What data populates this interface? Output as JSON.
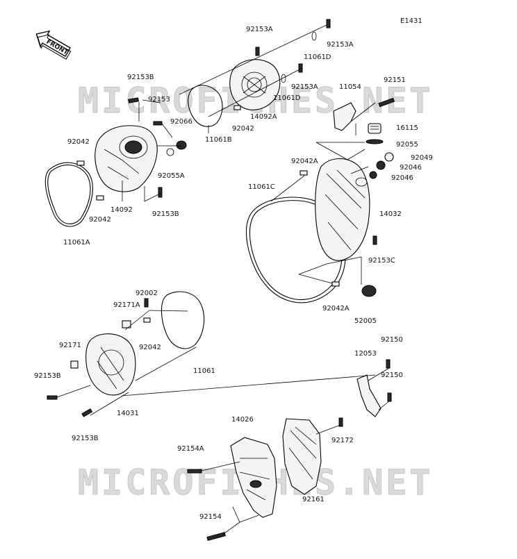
{
  "diagram_id": "E1431",
  "front_label": "FRONT",
  "watermark": "MICROFICHES.NET",
  "part_labels": {
    "p92153A_1": "92153A",
    "p92153A_2": "92153A",
    "p92153A_3": "92153A",
    "p11061D_1": "11061D",
    "p11061D_2": "11061D",
    "p92153B_1": "92153B",
    "p92153_1": "92153",
    "p92066": "92066",
    "p92042_1": "92042",
    "p92042_2": "92042",
    "p92042_3": "92042",
    "p92042_4": "92042",
    "p92055A": "92055A",
    "p14092": "14092",
    "p92153B_2": "92153B",
    "p11061A": "11061A",
    "p11061B": "11061B",
    "p14092A": "14092A",
    "p11054": "11054",
    "p92151": "92151",
    "p16115": "16115",
    "p92055": "92055",
    "p92049": "92049",
    "p92046_1": "92046",
    "p92046_2": "92046",
    "p92042A_1": "92042A",
    "p92042A_2": "92042A",
    "p11061C": "11061C",
    "p14032": "14032",
    "p92153C": "92153C",
    "p52005": "52005",
    "p92002": "92002",
    "p92171A": "92171A",
    "p92171": "92171",
    "p92153B_3": "92153B",
    "p92153B_4": "92153B",
    "p14031": "14031",
    "p11061": "11061",
    "p92150_1": "92150",
    "p92150_2": "92150",
    "p12053": "12053",
    "p14026": "14026",
    "p92154A": "92154A",
    "p92172": "92172",
    "p92161": "92161",
    "p92154": "92154"
  }
}
